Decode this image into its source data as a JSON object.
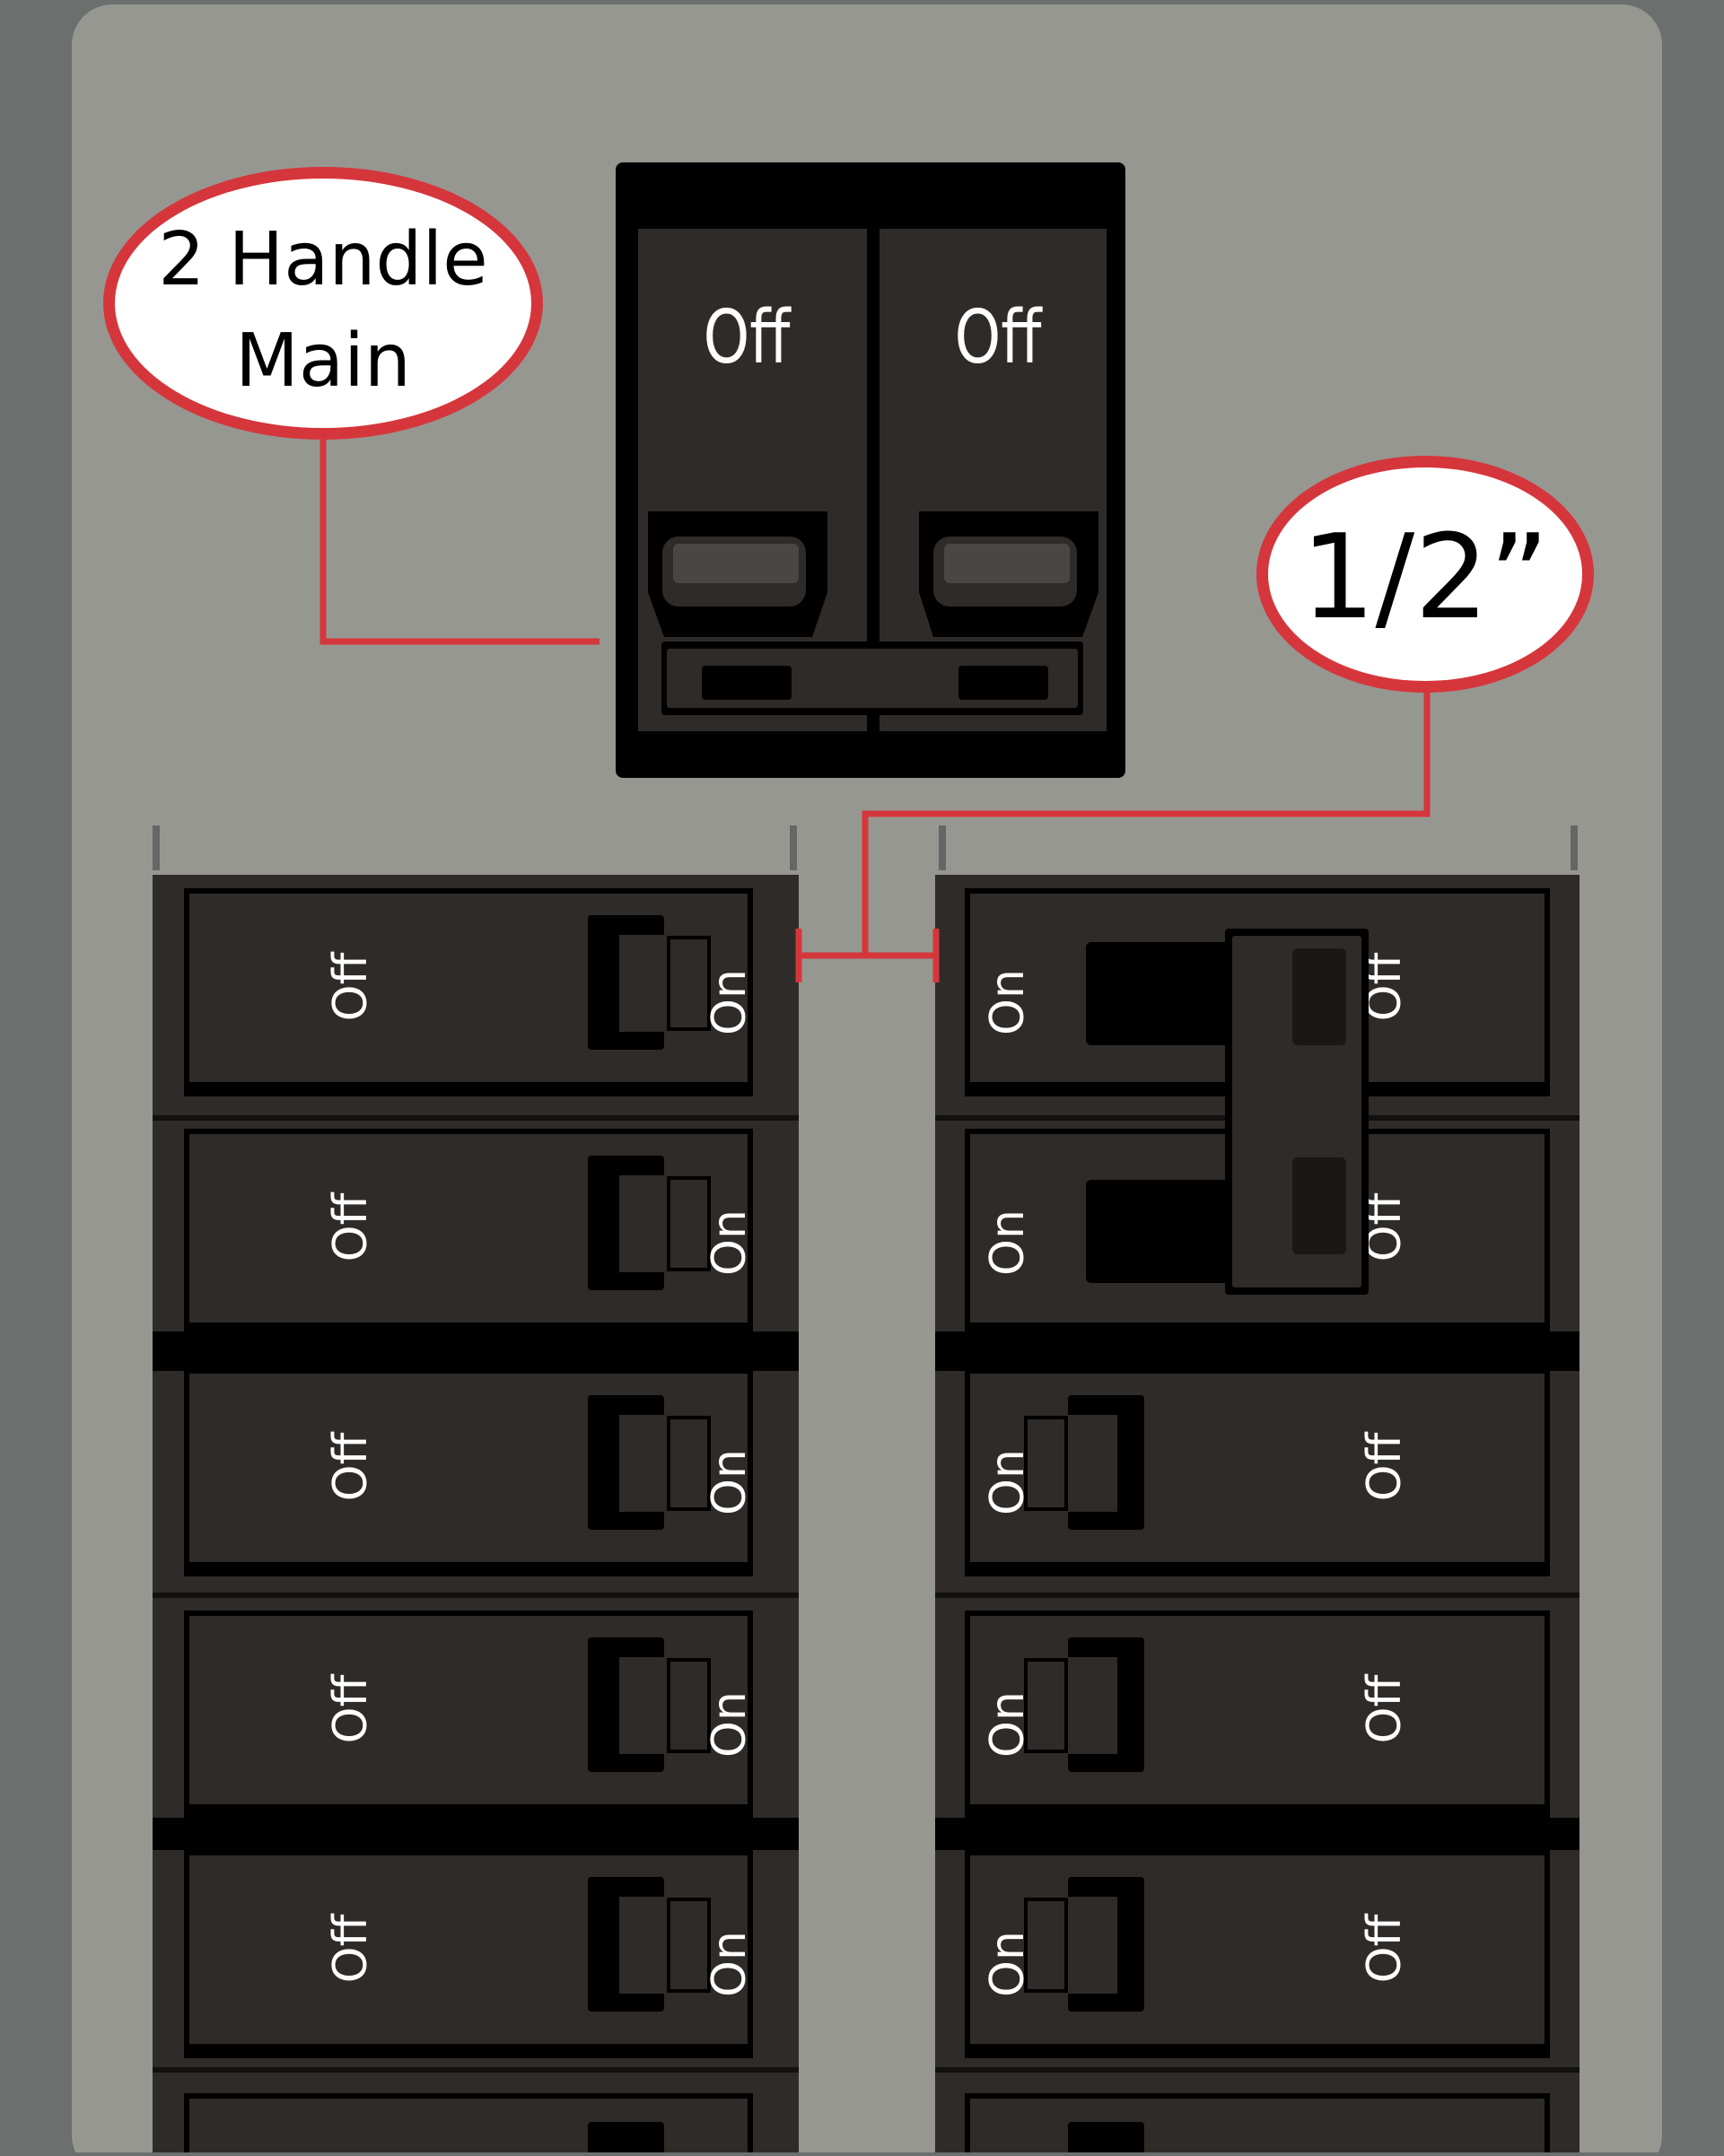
{
  "callouts": {
    "main": {
      "line1": "2 Handle",
      "line2": "Main"
    },
    "spacing": {
      "text": "1/2”"
    }
  },
  "main_breaker": {
    "left_label": "Off",
    "right_label": "Off"
  },
  "left_column": {
    "rows": [
      {
        "off_label": "Off",
        "on_label": "On"
      },
      {
        "off_label": "Off",
        "on_label": "On"
      },
      {
        "off_label": "Off",
        "on_label": "On"
      },
      {
        "off_label": "Off",
        "on_label": "On"
      },
      {
        "off_label": "Off",
        "on_label": "On"
      }
    ]
  },
  "right_column": {
    "rows": [
      {
        "on_label": "On",
        "off_label": "Off"
      },
      {
        "on_label": "On",
        "off_label": "Off"
      },
      {
        "on_label": "On",
        "off_label": "Off"
      },
      {
        "on_label": "On",
        "off_label": "Off"
      },
      {
        "on_label": "On",
        "off_label": "Off"
      }
    ]
  },
  "colors": {
    "wall": "#6b6f6d",
    "panel": "#979792",
    "breaker_dark": "#2f2b28",
    "breaker_black": "#000000",
    "handle_highlight": "#4a4643",
    "callout_red": "#d5363b",
    "callout_fill": "#ffffff",
    "label_text": "#ffffff"
  }
}
